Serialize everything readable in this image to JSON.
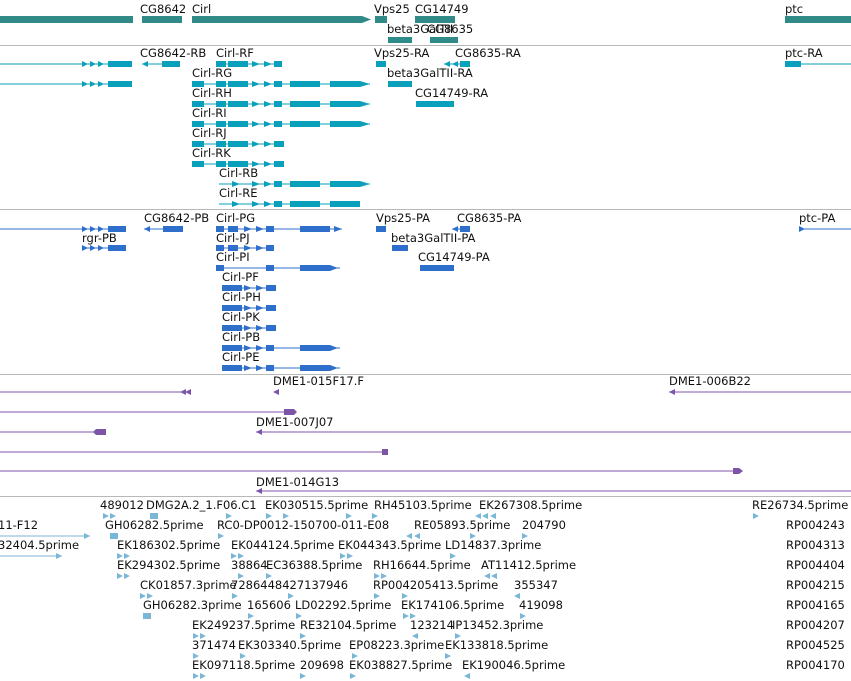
{
  "colors": {
    "gene": "#2f8a88",
    "transcript": "#0a9fba",
    "protein": "#2f6fcc",
    "cdna": "#7d55a8",
    "est": "#7ab6d6"
  },
  "gene_track": {
    "labels": [
      "CG8642",
      "Cirl",
      "Vps25",
      "CG14749",
      "beta3GalTII",
      "CG8635",
      "ptc"
    ]
  },
  "transcript_track": {
    "labels": [
      "CG8642-RB",
      "Cirl-RF",
      "Vps25-RA",
      "CG8635-RA",
      "ptc-RA",
      "Cirl-RG",
      "beta3GalTII-RA",
      "Cirl-RH",
      "CG14749-RA",
      "Cirl-RI",
      "Cirl-RJ",
      "Cirl-RK",
      "Cirl-RB",
      "Cirl-RE"
    ]
  },
  "protein_track": {
    "labels": [
      "CG8642-PB",
      "Cirl-PG",
      "Vps25-PA",
      "CG8635-PA",
      "ptc-PA",
      "rgr-PB",
      "Cirl-PJ",
      "beta3GalTII-PA",
      "Cirl-PI",
      "CG14749-PA",
      "Cirl-PF",
      "Cirl-PH",
      "Cirl-PK",
      "Cirl-PB",
      "Cirl-PE"
    ]
  },
  "cdna_track": {
    "labels": [
      "DME1-015F17.F",
      "DME1-006B22",
      "DME1-007J07",
      "DME1-014G13"
    ]
  },
  "est_track": {
    "labels": [
      "489012",
      "DMG2A.2_1.F06.C1",
      "EK030515.5prime",
      "RH45103.5prime",
      "EK267308.5prime",
      "RE26734.5prime",
      "11-F12",
      "GH06282.5prime",
      "RC0-DP0012-150700-011-E08",
      "RE05893.5prime",
      "204790",
      "RP004243",
      "32404.5prime",
      "EK186302.5prime",
      "EK044124.5prime",
      "EK044343.5prime",
      "LD14837.3prime",
      "RP004313",
      "EK294302.5prime",
      "38864",
      "EC36388.5prime",
      "RH16644.5prime",
      "AT11412.5prime",
      "RP004404",
      "CK01857.3prime",
      "7286448427137946",
      "RP004205413.5prime",
      "355347",
      "RP004215",
      "GH06282.3prime",
      "165606",
      "LD02292.5prime",
      "EK174106.5prime",
      "419098",
      "RP004165",
      "EK249237.5prime",
      "RE32104.5prime",
      "123214",
      "IP13452.3prime",
      "RP004207",
      "371474",
      "EK303340.5prime",
      "EP08223.3prime",
      "EK133818.5prime",
      "RP004525",
      "EK097118.5prime",
      "209698",
      "EK038827.5prime",
      "EK190046.5prime",
      "RP004170"
    ]
  }
}
